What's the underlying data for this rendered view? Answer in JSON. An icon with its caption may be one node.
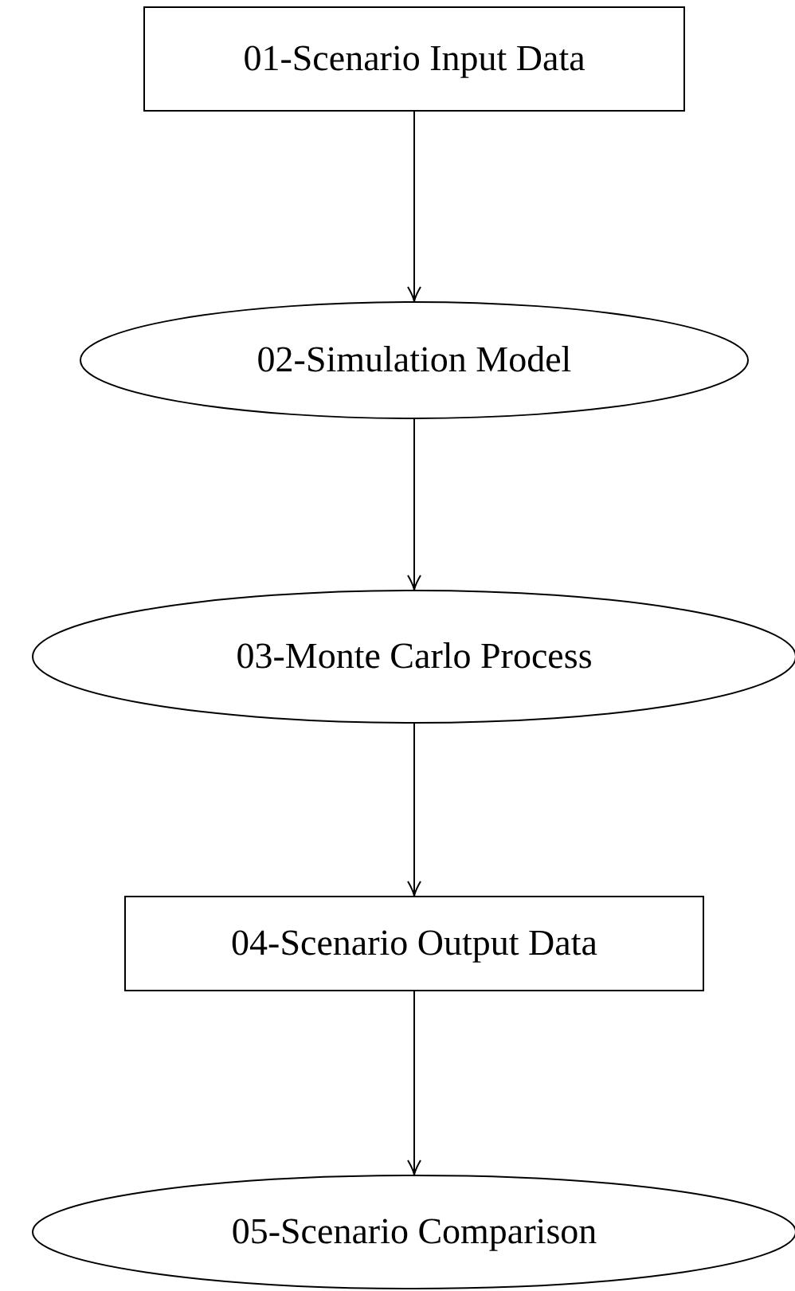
{
  "diagram": {
    "nodes": [
      {
        "text": [
          "01-Scenario Input Data"
        ]
      },
      {
        "text": [
          "02-Simulation Model"
        ]
      },
      {
        "text": [
          "03-Monte Carlo Process"
        ]
      },
      {
        "text": [
          "04-Scenario Output Data"
        ]
      },
      {
        "text": [
          "05-Scenario Comparison"
        ]
      }
    ],
    "edges": [
      {
        "from": 0,
        "to": 1,
        "arrow": "to"
      },
      {
        "from": 1,
        "to": 2,
        "arrow": "to"
      },
      {
        "from": 2,
        "to": 3,
        "arrow": "to"
      },
      {
        "from": 3,
        "to": 4,
        "arrow": "to"
      }
    ]
  }
}
